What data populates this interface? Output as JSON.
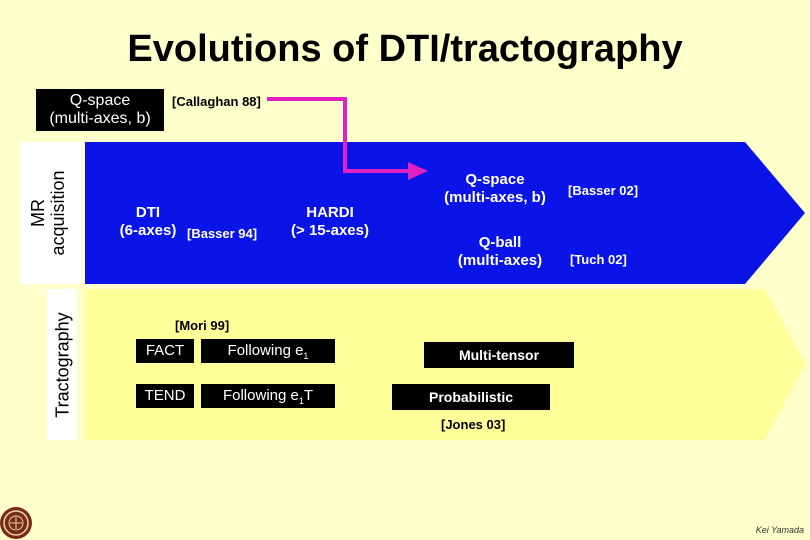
{
  "title": "Evolutions of DTI/tractography",
  "top_qspace": {
    "line1": "Q-space",
    "line2": "(multi-axes, b)"
  },
  "callaghan_ref": "[Callaghan 88]",
  "mr_acquisition": {
    "line1": "MR",
    "line2": "acquisition"
  },
  "tractography_label": "Tractography",
  "dti": {
    "line1": "DTI",
    "line2": "(6-axes)"
  },
  "basser94_ref": "[Basser 94]",
  "hardi": {
    "line1": "HARDI",
    "line2": "(> 15-axes)"
  },
  "right_qspace": {
    "line1": "Q-space",
    "line2": "(multi-axes, b)"
  },
  "basser02_ref": "[Basser 02]",
  "qball": {
    "line1": "Q-ball",
    "line2": "(multi-axes)"
  },
  "tuch02_ref": "[Tuch 02]",
  "mori99_ref": "[Mori 99]",
  "fact": "FACT",
  "following_e1": {
    "text": "Following e",
    "sub": "1"
  },
  "tend": "TEND",
  "following_e1t": {
    "text": "Following e",
    "sub": "1",
    "suffix": "T"
  },
  "multi_tensor": "Multi-tensor",
  "probabilistic": "Probabilistic",
  "jones03_ref": "[Jones 03]",
  "author": "Kei Yamada",
  "colors": {
    "background": "#ffffcc",
    "mr_arrow": "#0a14e6",
    "tract_arrow": "#ffff99",
    "connector": "#e020c0"
  }
}
